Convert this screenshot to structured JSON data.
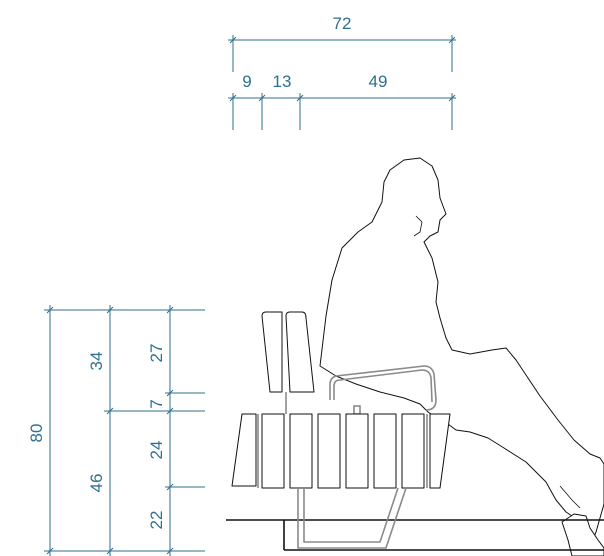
{
  "dimensions": {
    "top": {
      "overall": "72",
      "seg_a": "9",
      "seg_b": "13",
      "seg_c": "49"
    },
    "left": {
      "overall": "80",
      "upper": "34",
      "lower": "46",
      "back": "27",
      "gap": "7",
      "seat": "24",
      "base": "22"
    }
  },
  "colors": {
    "dimension": "#2f6f8f",
    "ink": "#111111",
    "frame": "#8a8a8a"
  }
}
